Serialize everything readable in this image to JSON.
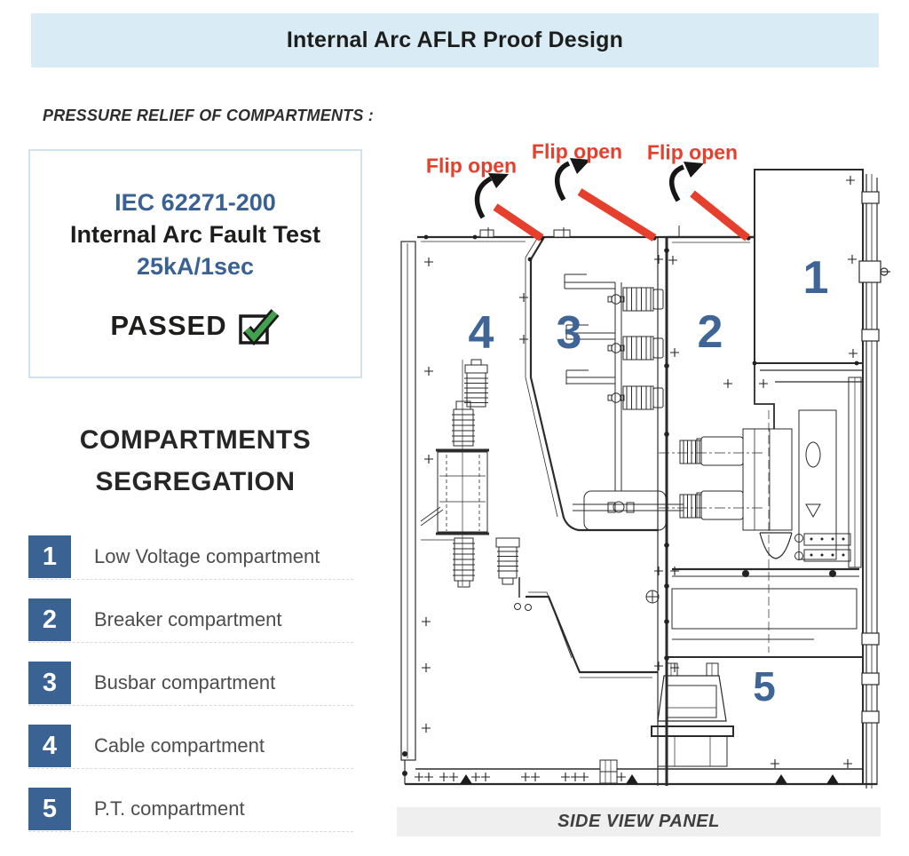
{
  "colors": {
    "header_bg": "#d9ecf5",
    "accent_blue": "#3a6194",
    "square_blue": "#3a6292",
    "digit_blue": "#3f6596",
    "alert_red": "#e5402d",
    "check_green": "#42a14e",
    "drawing_line": "#2b2b2b",
    "caption_bg": "#efefef"
  },
  "header": {
    "title": "Internal Arc AFLR Proof Design"
  },
  "left_panel": {
    "section_label": "PRESSURE RELIEF OF COMPARTMENTS :",
    "test_box": {
      "standard": "IEC 62271-200",
      "test_name": "Internal Arc Fault Test",
      "rating": "25kA/1sec",
      "result": "PASSED",
      "result_icon": "checked-checkbox-icon"
    },
    "segregation_heading": {
      "line1": "COMPARTMENTS",
      "line2": "SEGREGATION"
    },
    "compartments": [
      {
        "number": "1",
        "label": "Low Voltage compartment"
      },
      {
        "number": "2",
        "label": "Breaker compartment"
      },
      {
        "number": "3",
        "label": "Busbar compartment"
      },
      {
        "number": "4",
        "label": "Cable compartment"
      },
      {
        "number": "5",
        "label": "P.T. compartment"
      }
    ]
  },
  "diagram": {
    "flip_open_labels": [
      "Flip open",
      "Flip open",
      "Flip open"
    ],
    "compartment_numbers": [
      "1",
      "2",
      "3",
      "4",
      "5"
    ],
    "caption": "SIDE VIEW PANEL"
  }
}
